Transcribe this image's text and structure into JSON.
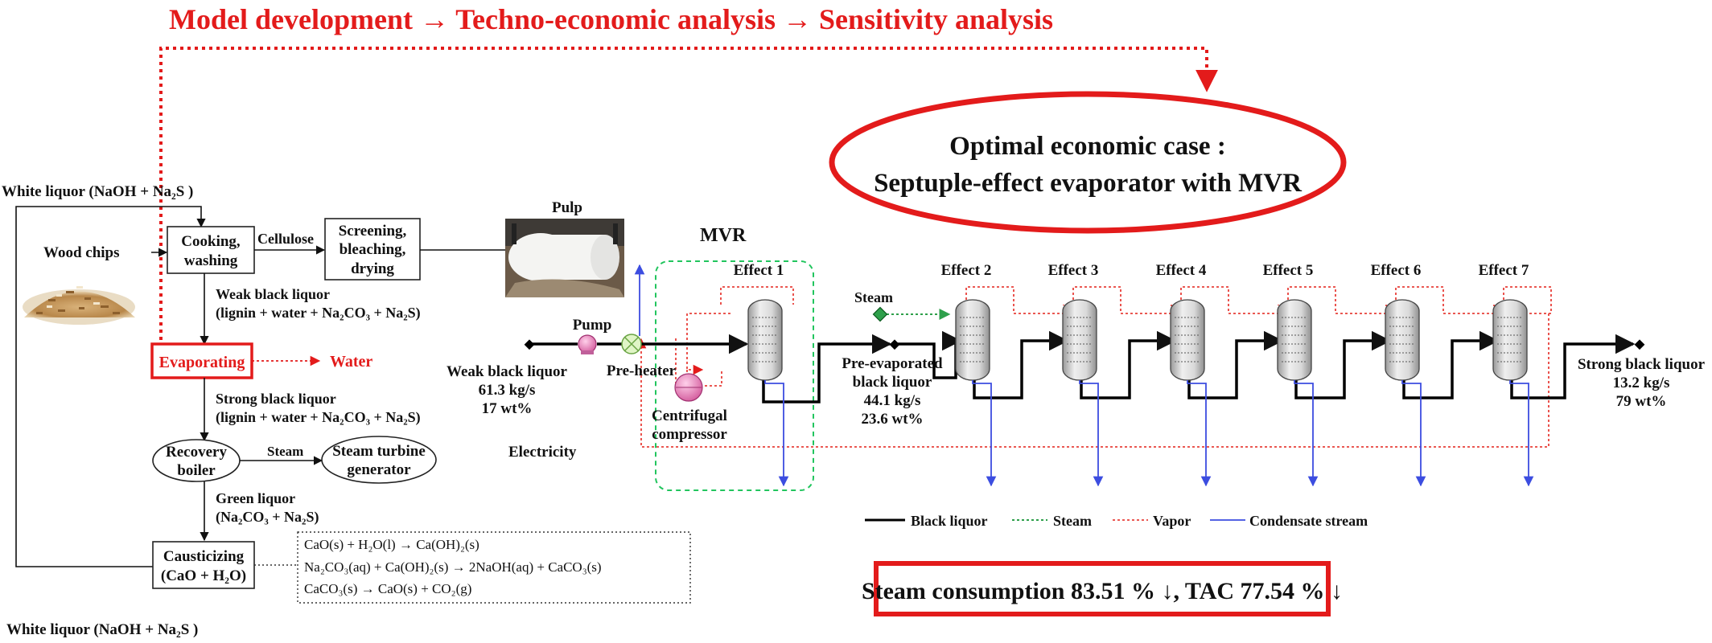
{
  "header": {
    "title": "Model development → Techno-economic analysis → Sensitivity analysis",
    "optimal_line1": "Optimal economic case :",
    "optimal_line2": "Septuple-effect evaporator with MVR",
    "result": "Steam consumption 83.51 % ↓, TAC 77.54 % ↓"
  },
  "kraft": {
    "white_liquor_top": "White liquor (NaOH + Na₂S )",
    "white_liquor_bottom": "White liquor (NaOH + Na₂S )",
    "wood_chips": "Wood chips",
    "cooking_1": "Cooking,",
    "cooking_2": "washing",
    "cellulose": "Cellulose",
    "screening_1": "Screening,",
    "screening_2": "bleaching,",
    "screening_3": "drying",
    "pulp": "Pulp",
    "weak_bl_1": "Weak black liquor",
    "weak_bl_2": "(lignin + water + Na₂CO₃ + Na₂S)",
    "evaporating": "Evaporating",
    "water": "Water",
    "strong_bl_1": "Strong black liquor",
    "strong_bl_2": "(lignin + water + Na₂CO₃ + Na₂S)",
    "recovery_1": "Recovery",
    "recovery_2": "boiler",
    "steam": "Steam",
    "turbine_1": "Steam turbine",
    "turbine_2": "generator",
    "green_1": "Green liquor",
    "green_2": "(Na₂CO₃ + Na₂S)",
    "caust_1": "Causticizing",
    "caust_2": "(CaO + H₂O)",
    "rxn_1": "CaO(s) + H₂O(l) → Ca(OH)₂(s)",
    "rxn_2": "Na₂CO₃(aq) + Ca(OH)₂(s) → 2NaOH(aq) + CaCO₃(s)",
    "rxn_3": "CaCO₃(s) → CaO(s) + CO₂(g)"
  },
  "process": {
    "mvr": "MVR",
    "pump": "Pump",
    "preheater": "Pre-heater",
    "compressor_1": "Centrifugal",
    "compressor_2": "compressor",
    "electricity": "Electricity",
    "steam": "Steam",
    "weak_1": "Weak black liquor",
    "weak_2": "61.3 kg/s",
    "weak_3": "17 wt%",
    "pre_1": "Pre-evaporated",
    "pre_2": "black liquor",
    "pre_3": "44.1 kg/s",
    "pre_4": "23.6 wt%",
    "strong_1": "Strong black liquor",
    "strong_2": "13.2 kg/s",
    "strong_3": "79 wt%",
    "effects": [
      "Effect 1",
      "Effect 2",
      "Effect 3",
      "Effect 4",
      "Effect 5",
      "Effect 6",
      "Effect 7"
    ]
  },
  "legend": {
    "black_liquor": "Black liquor",
    "steam": "Steam",
    "vapor": "Vapor",
    "condensate": "Condensate stream"
  },
  "colors": {
    "red": "#e31b1b",
    "vapor": "#e8403a",
    "steam": "#2ea04b",
    "condensate": "#3c4de0",
    "mvr_box": "#22c55e"
  }
}
